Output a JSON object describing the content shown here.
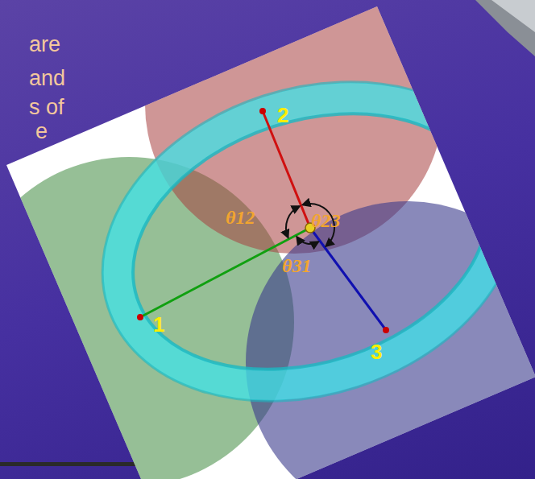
{
  "diagram": {
    "labels": [
      "are",
      "and",
      "s of",
      "e",
      "2",
      "θ12",
      "θ23",
      "θ31",
      "1",
      "3"
    ]
  }
}
